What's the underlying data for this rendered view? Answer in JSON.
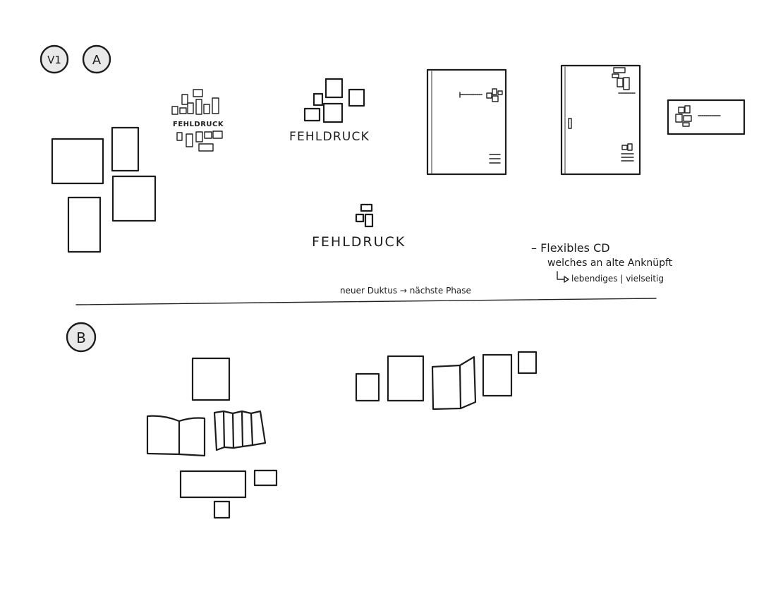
{
  "badges": {
    "version": "V1",
    "section_a": "A",
    "section_b": "B"
  },
  "logos": {
    "logo_small": "FEHLDRUCK",
    "logo_medium": "FEHLDRUCK",
    "logo_large": "FEHLDRUCK"
  },
  "notes": {
    "line1": "– Flexibles CD",
    "line2": "welches an alte Anknüpft",
    "line3": "lebendiges | vielseitig",
    "phase": "neuer Duktus → nächste Phase"
  },
  "colors": {
    "ink": "#1c1c1c",
    "badge_fill": "#e9e9e9",
    "paper": "#ffffff"
  }
}
